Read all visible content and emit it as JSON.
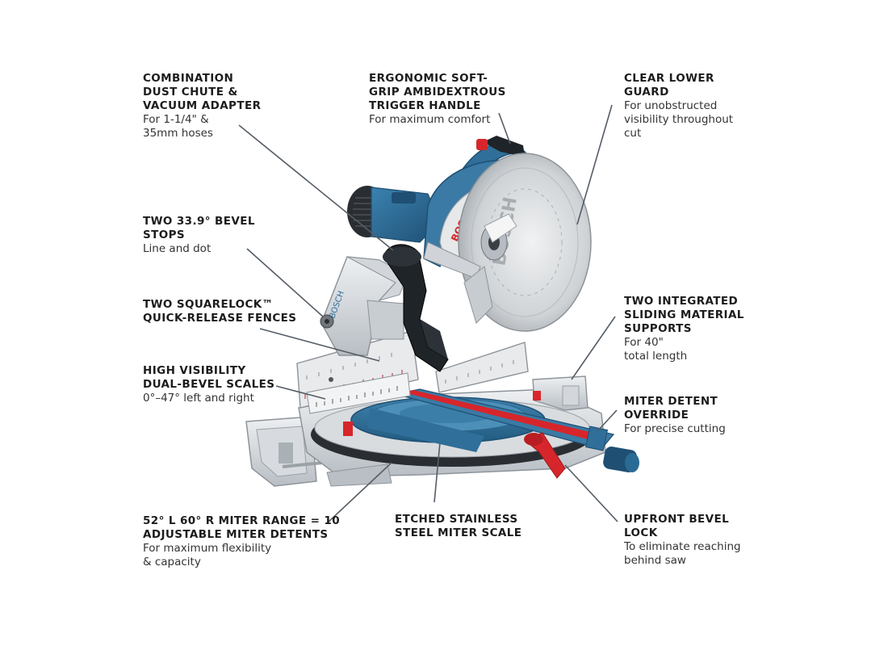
{
  "callouts": [
    {
      "id": "dust",
      "title": "COMBINATION\nDUST CHUTE &\nVACUUM ADAPTER",
      "desc": "For 1-1/4\" &\n35mm hoses"
    },
    {
      "id": "handle",
      "title": "ERGONOMIC SOFT-\nGRIP AMBIDEXTROUS\nTRIGGER HANDLE",
      "desc": "For maximum comfort"
    },
    {
      "id": "guard",
      "title": "CLEAR LOWER\nGUARD",
      "desc": "For unobstructed\nvisibility throughout\ncut"
    },
    {
      "id": "bevel-stops",
      "title": "TWO 33.9° BEVEL\nSTOPS",
      "desc": "Line and dot"
    },
    {
      "id": "fences",
      "title": "TWO SQUARELOCK™\nQUICK-RELEASE FENCES",
      "desc": ""
    },
    {
      "id": "scales",
      "title": "HIGH VISIBILITY\nDUAL-BEVEL SCALES",
      "desc": "0°–47° left and right"
    },
    {
      "id": "supports",
      "title": "TWO INTEGRATED\nSLIDING MATERIAL\nSUPPORTS",
      "desc": "For 40\"\ntotal length"
    },
    {
      "id": "detent",
      "title": "MITER DETENT\nOVERRIDE",
      "desc": "For precise cutting"
    },
    {
      "id": "miter-range",
      "title": "52° L 60° R MITER RANGE = 10\nADJUSTABLE MITER DETENTS",
      "desc": "For maximum flexibility\n& capacity"
    },
    {
      "id": "etched",
      "title": "ETCHED STAINLESS\nSTEEL MITER SCALE",
      "desc": ""
    },
    {
      "id": "bevel-lock",
      "title": "UPFRONT BEVEL\nLOCK",
      "desc": "To eliminate reaching\nbehind saw"
    }
  ],
  "saw": {
    "brand_text": "BOSCH",
    "colors": {
      "body_blue": "#2f6f99",
      "dark_blue": "#1f4f73",
      "aluminum": "#c9ced3",
      "light_aluminum": "#e3e6e9",
      "black": "#1b1b1b",
      "red": "#d7262b",
      "leader_line": "#555d66"
    }
  }
}
